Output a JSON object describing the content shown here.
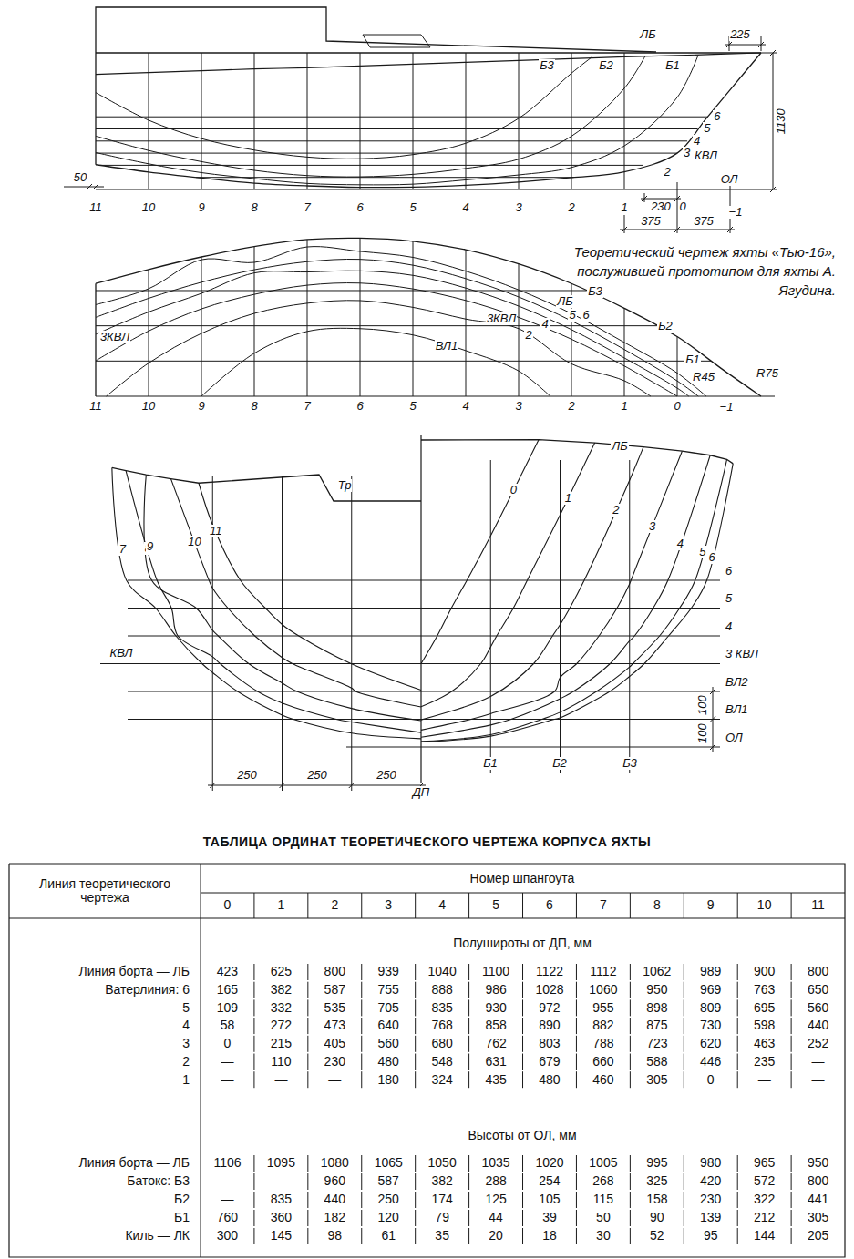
{
  "diagram": {
    "title": "ТАБЛИЦА ОРДИНАТ ТЕОРЕТИЧЕСКОГО ЧЕРТЕЖА КОРПУСА ЯХТЫ",
    "caption": "Теоретический чертеж яхты «Тью-16», послужившей прототипом для яхты А. Ягудина.",
    "labels": [
      "ЛБ",
      "225",
      "Б3",
      "Б2",
      "Б1",
      "1130",
      "6",
      "5",
      "4",
      "3",
      "КВЛ",
      "2",
      "ОЛ",
      "50",
      "11",
      "10",
      "9",
      "8",
      "7",
      "6",
      "5",
      "4",
      "3",
      "2",
      "1",
      "230",
      "0",
      "−1",
      "375",
      "375",
      "ЛБ",
      "Б3",
      "5",
      "6",
      "3КВЛ",
      "4",
      "2",
      "ВЛ1",
      "Б2",
      "Б1",
      "R45",
      "R75",
      "3КВЛ",
      "11",
      "10",
      "9",
      "8",
      "7",
      "6",
      "5",
      "4",
      "3",
      "2",
      "1",
      "0",
      "−1",
      "ЛБ",
      "Тр",
      "0",
      "1",
      "2",
      "3",
      "4",
      "5",
      "6",
      "7",
      "8",
      "9",
      "10",
      "11",
      "6",
      "5",
      "4",
      "3 КВЛ",
      "ВЛ2",
      "ВЛ1",
      "ОЛ",
      "100",
      "100",
      "КВЛ",
      "Б1",
      "Б2",
      "Б3",
      "250",
      "250",
      "250",
      "ДП",
      "Линия теоретического чертежа",
      "Номер шпангоута",
      "0",
      "1",
      "2",
      "3",
      "4",
      "5",
      "6",
      "7",
      "8",
      "9",
      "10",
      "11",
      "Полушироты от ДП, мм",
      "Линия борта — ЛБ",
      "423",
      "625",
      "800",
      "939",
      "1040",
      "1100",
      "1122",
      "1112",
      "1062",
      "989",
      "900",
      "800",
      "Ватерлиния: 6",
      "165",
      "382",
      "587",
      "755",
      "888",
      "986",
      "1028",
      "1060",
      "950",
      "969",
      "763",
      "650",
      "5",
      "109",
      "332",
      "535",
      "705",
      "835",
      "930",
      "972",
      "955",
      "898",
      "809",
      "695",
      "560",
      "4",
      "58",
      "272",
      "473",
      "640",
      "768",
      "858",
      "890",
      "882",
      "875",
      "730",
      "598",
      "440",
      "3",
      "0",
      "215",
      "405",
      "560",
      "680",
      "762",
      "803",
      "788",
      "723",
      "620",
      "463",
      "252",
      "2",
      "—",
      "110",
      "230",
      "480",
      "548",
      "631",
      "679",
      "660",
      "588",
      "446",
      "235",
      "—",
      "1",
      "—",
      "—",
      "—",
      "180",
      "324",
      "435",
      "480",
      "460",
      "305",
      "0",
      "—",
      "—",
      "Высоты от ОЛ, мм",
      "Линия борта — ЛБ",
      "1106",
      "1095",
      "1080",
      "1065",
      "1050",
      "1035",
      "1020",
      "1005",
      "995",
      "980",
      "965",
      "950",
      "Батокс: Б3",
      "—",
      "—",
      "960",
      "587",
      "382",
      "288",
      "254",
      "268",
      "325",
      "420",
      "572",
      "800",
      "Б2",
      "—",
      "835",
      "440",
      "250",
      "174",
      "125",
      "105",
      "115",
      "158",
      "230",
      "322",
      "441",
      "Б1",
      "760",
      "360",
      "182",
      "120",
      "79",
      "44",
      "39",
      "50",
      "90",
      "139",
      "212",
      "305",
      "Киль — ЛК",
      "300",
      "145",
      "98",
      "61",
      "35",
      "20",
      "18",
      "30",
      "52",
      "95",
      "144",
      "205"
    ]
  }
}
